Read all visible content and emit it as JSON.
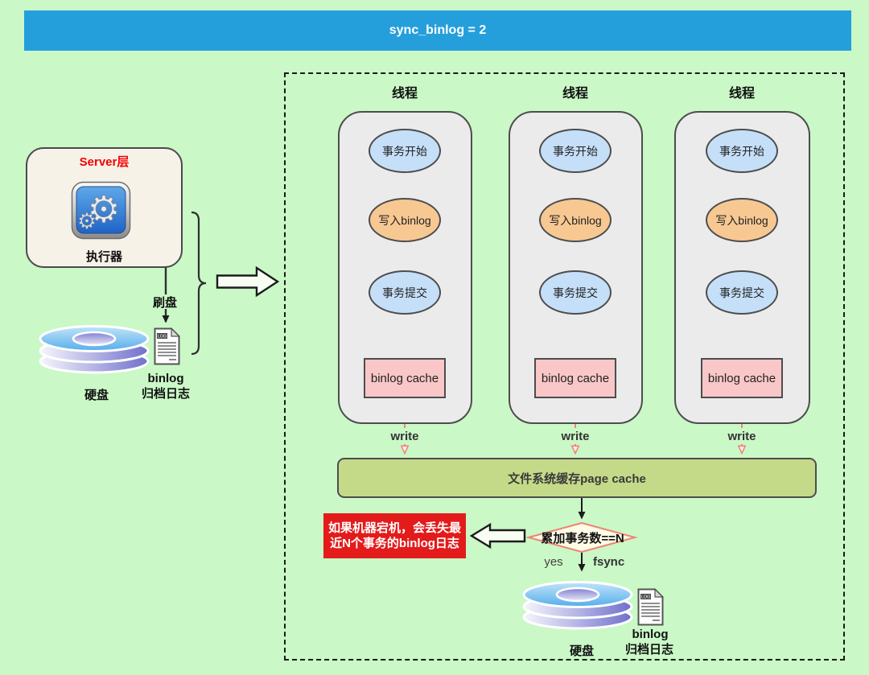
{
  "banner": {
    "text": "sync_binlog = 2"
  },
  "server": {
    "title": "Server层",
    "executor": "执行器",
    "flush": "刷盘",
    "disk_label": "硬盘",
    "doc_line1": "binlog",
    "doc_line2": "归档日志"
  },
  "threads": [
    {
      "title": "线程",
      "start": "事务开始",
      "write_binlog": "写入binlog",
      "commit": "事务提交",
      "cache": "binlog cache",
      "write": "write"
    },
    {
      "title": "线程",
      "start": "事务开始",
      "write_binlog": "写入binlog",
      "commit": "事务提交",
      "cache": "binlog cache",
      "write": "write"
    },
    {
      "title": "线程",
      "start": "事务开始",
      "write_binlog": "写入binlog",
      "commit": "事务提交",
      "cache": "binlog cache",
      "write": "write"
    }
  ],
  "page_cache": {
    "label": "文件系统缓存page cache"
  },
  "decision": {
    "label": "累加事务数==N",
    "yes": "yes",
    "fsync": "fsync"
  },
  "warning": {
    "line1": "如果机器宕机，会丢失最",
    "line2": "近N个事务的binlog日志"
  },
  "bottom": {
    "disk_label": "硬盘",
    "doc_line1": "binlog",
    "doc_line2": "归档日志"
  },
  "icons": {
    "executor": "gears-app-icon",
    "disk": "disk-icon",
    "log_document": "log-document-icon"
  },
  "colors": {
    "background": "#CAF8C7",
    "banner_bg": "#259FDC",
    "thread_box_bg": "#EBEBEB",
    "start_ellipse": "#C5DFF8",
    "write_binlog_ellipse": "#F8C893",
    "binlog_cache_box": "#F9C7C7",
    "page_cache_bar": "#C5DA89",
    "diamond_fill": "#FEFBE6",
    "diamond_border": "#EE8372",
    "warning_bg": "#E31B1B",
    "server_box_bg": "#F7F2E8",
    "server_title_text": "#F40000",
    "arrow_black": "#2F2F2F",
    "arrow_salmon": "#F4837D",
    "arrow_orange": "#F19B38"
  }
}
